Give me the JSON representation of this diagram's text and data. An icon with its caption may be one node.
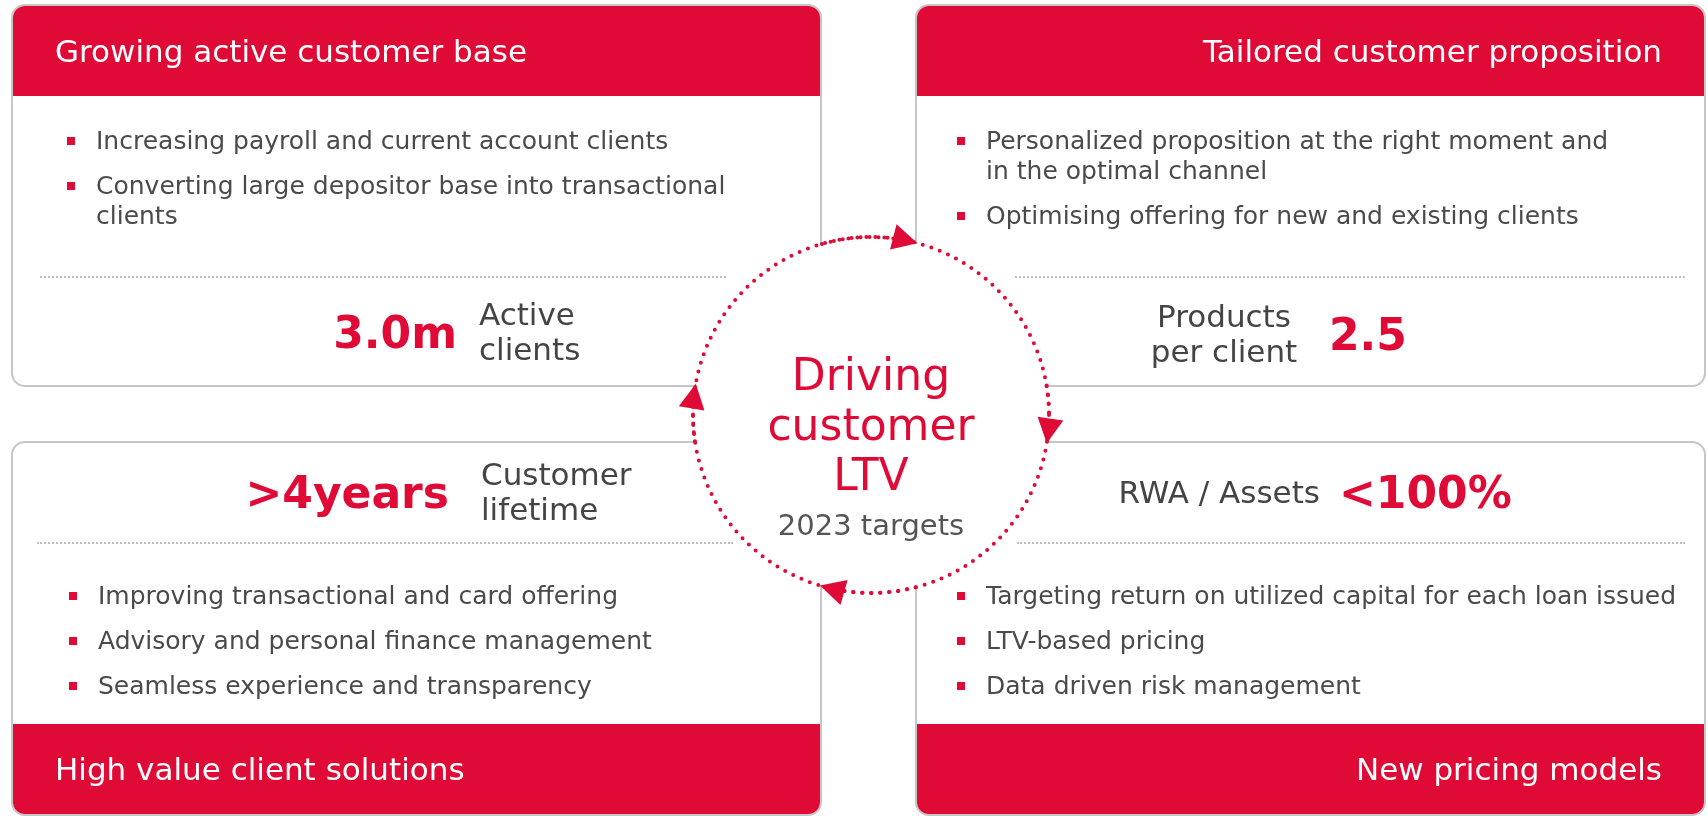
{
  "diagram": {
    "nodes": [
      {
        "text": [
          "Growing active customer base",
          "Increasing payroll and current account clients",
          "Converting large depositor base into transactional clients",
          "3.0m",
          "Active clients"
        ]
      },
      {
        "text": [
          "Tailored customer proposition",
          "Personalized proposition at the right moment and in the optimal channel",
          "Optimising offering for new and existing clients",
          "Products per client",
          "2.5"
        ]
      },
      {
        "text": [
          "Driving customer LTV",
          "2023 targets"
        ]
      },
      {
        "text": [
          ">4years",
          "Customer lifetime",
          "Improving transactional and card offering",
          "Advisory and personal finance management",
          "Seamless experience and transparency",
          "High value client solutions"
        ]
      },
      {
        "text": [
          "RWA / Assets",
          "<100%",
          "Targeting return on utilized capital for each loan issued",
          "LTV-based pricing",
          "Data driven risk management",
          "New pricing models"
        ]
      }
    ],
    "edges": [
      {
        "from": 0,
        "to": 1,
        "arrow": "to",
        "style": "dashed"
      },
      {
        "from": 1,
        "to": 4,
        "arrow": "to",
        "style": "dashed"
      },
      {
        "from": 4,
        "to": 3,
        "arrow": "to",
        "style": "dashed"
      },
      {
        "from": 3,
        "to": 0,
        "arrow": "to",
        "style": "dashed"
      }
    ]
  }
}
